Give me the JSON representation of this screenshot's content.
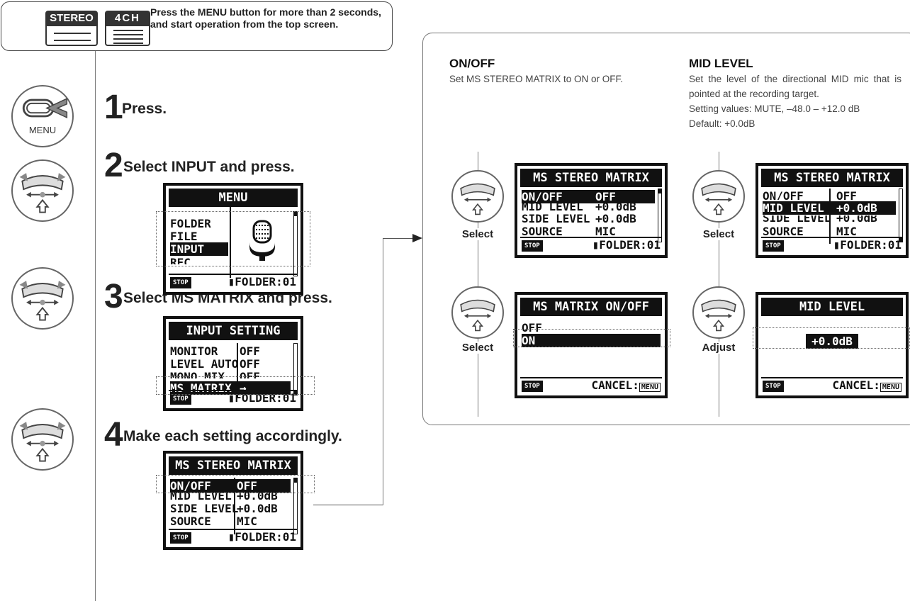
{
  "header": {
    "badge_stereo": "STEREO",
    "badge_4ch": "4CH",
    "instruction": "Press the MENU button for more than 2 seconds, and start operation from the top screen."
  },
  "menu_button": {
    "label": "MENU"
  },
  "steps": [
    {
      "number": "1",
      "text": "Press."
    },
    {
      "number": "2",
      "text": "Select INPUT and press."
    },
    {
      "number": "3",
      "text": "Select MS MATRIX and press."
    },
    {
      "number": "4",
      "text": "Make each setting accordingly."
    }
  ],
  "lcd_menu": {
    "title": "MENU",
    "rows": [
      "FOLDER",
      "FILE",
      "INPUT",
      "REC"
    ],
    "selected": "INPUT",
    "stop": "STOP",
    "footer": "FOLDER:01"
  },
  "lcd_input_setting": {
    "title": "INPUT SETTING",
    "rows": [
      {
        "name": "MONITOR",
        "value": "OFF"
      },
      {
        "name": "LEVEL AUTO",
        "value": "OFF"
      },
      {
        "name": "MONO MIX",
        "value": "OFF"
      },
      {
        "name": "MS MATRIX",
        "value": "→"
      }
    ],
    "stop": "STOP",
    "footer": "FOLDER:01"
  },
  "lcd_ms_matrix": {
    "title": "MS STEREO MATRIX",
    "rows": [
      {
        "name": "ON/OFF",
        "value": "OFF"
      },
      {
        "name": "MID LEVEL",
        "value": "+0.0dB"
      },
      {
        "name": "SIDE LEVEL",
        "value": "+0.0dB"
      },
      {
        "name": "SOURCE",
        "value": "MIC"
      }
    ],
    "stop": "STOP",
    "footer": "FOLDER:01"
  },
  "onoff_section": {
    "heading": "ON/OFF",
    "description": "Set MS STEREO MATRIX to ON or OFF.",
    "caption_select": "Select",
    "caption_select2": "Select",
    "lcd_confirm": {
      "title": "MS MATRIX ON/OFF",
      "rows": [
        "OFF",
        "ON"
      ],
      "stop": "STOP",
      "cancel": "CANCEL:",
      "menu_key": "MENU"
    }
  },
  "midlevel_section": {
    "heading": "MID LEVEL",
    "description": "Set the level of the directional MID mic that is pointed at the recording target.",
    "setting_values": "Setting values: MUTE, –48.0 – +12.0 dB",
    "default": "Default: +0.0dB",
    "caption_select": "Select",
    "caption_adjust": "Adjust",
    "lcd_adjust": {
      "title": "MID LEVEL",
      "value": "+0.0dB",
      "stop": "STOP",
      "cancel": "CANCEL:",
      "menu_key": "MENU"
    }
  }
}
